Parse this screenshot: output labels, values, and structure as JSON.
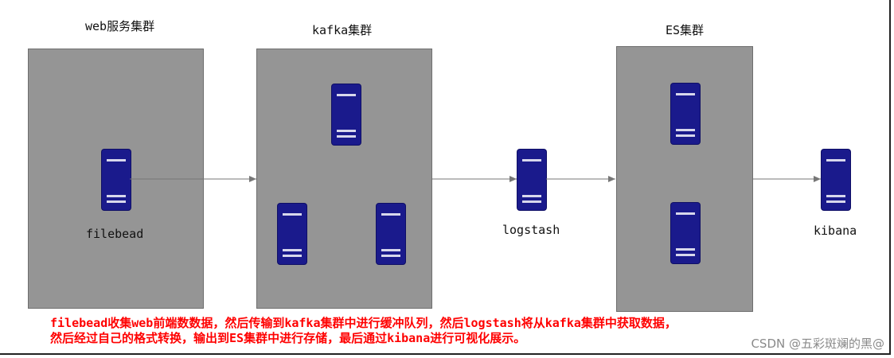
{
  "clusters": {
    "web": {
      "title": "web服务集群",
      "server_label": "filebead"
    },
    "kafka": {
      "title": "kafka集群"
    },
    "es": {
      "title": "ES集群"
    }
  },
  "nodes": {
    "logstash": "logstash",
    "kibana": "kibana"
  },
  "description": {
    "line1": "filebead收集web前端数数据，然后传输到kafka集群中进行缓冲队列，然后logstash将从kafka集群中获取数据，",
    "line2": "然后经过自己的格式转换，输出到ES集群中进行存储，最后通过kibana进行可视化展示。"
  },
  "watermark": "CSDN @五彩斑斓的黑@",
  "colors": {
    "cluster_fill": "#959595",
    "server": "#1a1a8c",
    "description_text": "#ff0000",
    "arrow": "#777777"
  }
}
